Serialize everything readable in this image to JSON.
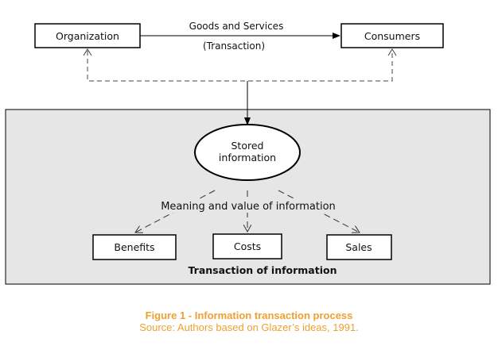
{
  "diagram": {
    "nodes": {
      "organization": "Organization",
      "consumers": "Consumers",
      "stored_line1": "Stored",
      "stored_line2": "information",
      "benefits": "Benefits",
      "costs": "Costs",
      "sales": "Sales"
    },
    "edge_labels": {
      "goods": "Goods and Services",
      "transaction": "(Transaction)",
      "meaning": "Meaning and value of information"
    },
    "panel_label": "Transaction of information"
  },
  "caption": {
    "title": "Figure 1 - Information transaction process",
    "source": "Source: Authors based on Glazer’s ideas, 1991."
  },
  "colors": {
    "panel_fill": "#e6e6e6",
    "caption": "#f0a030",
    "stroke": "#000000",
    "dashed": "#444444"
  }
}
